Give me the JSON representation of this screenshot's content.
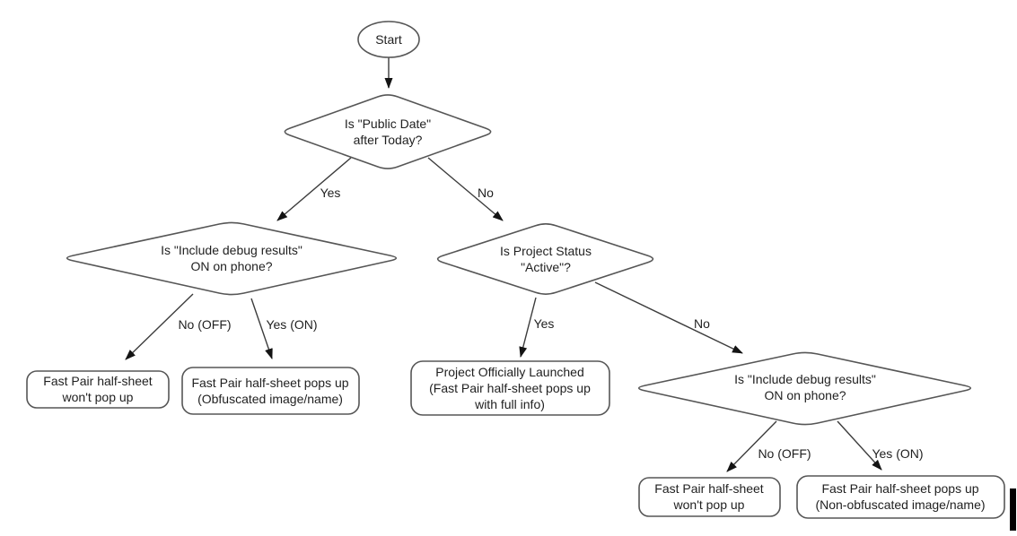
{
  "flowchart": {
    "start_label": "Start",
    "decisions": {
      "public_date": "Is \"Public Date\"\nafter Today?",
      "debug_left": "Is \"Include debug results\"\nON on phone?",
      "project_status": "Is Project Status\n\"Active\"?",
      "debug_right": "Is \"Include debug results\"\nON on phone?"
    },
    "outcomes": {
      "no_popup_left": "Fast Pair half-sheet\nwon't pop up",
      "obfuscated": "Fast Pair half-sheet pops up\n(Obfuscated image/name)",
      "launched": "Project Officially Launched\n(Fast Pair half-sheet pops up\nwith full info)",
      "no_popup_right": "Fast Pair half-sheet\nwon't pop up",
      "non_obfuscated": "Fast Pair half-sheet pops up\n(Non-obfuscated image/name)"
    },
    "edge_labels": {
      "public_date_yes": "Yes",
      "public_date_no": "No",
      "debug_left_no": "No (OFF)",
      "debug_left_yes": "Yes (ON)",
      "project_status_yes": "Yes",
      "project_status_no": "No",
      "debug_right_no": "No (OFF)",
      "debug_right_yes": "Yes (ON)"
    }
  },
  "colors": {
    "background": "#ffffff",
    "shape_stroke": "#565656",
    "line_stroke": "#3c3c3c",
    "arrow_fill": "#141414",
    "text": "#1f1f1f"
  }
}
